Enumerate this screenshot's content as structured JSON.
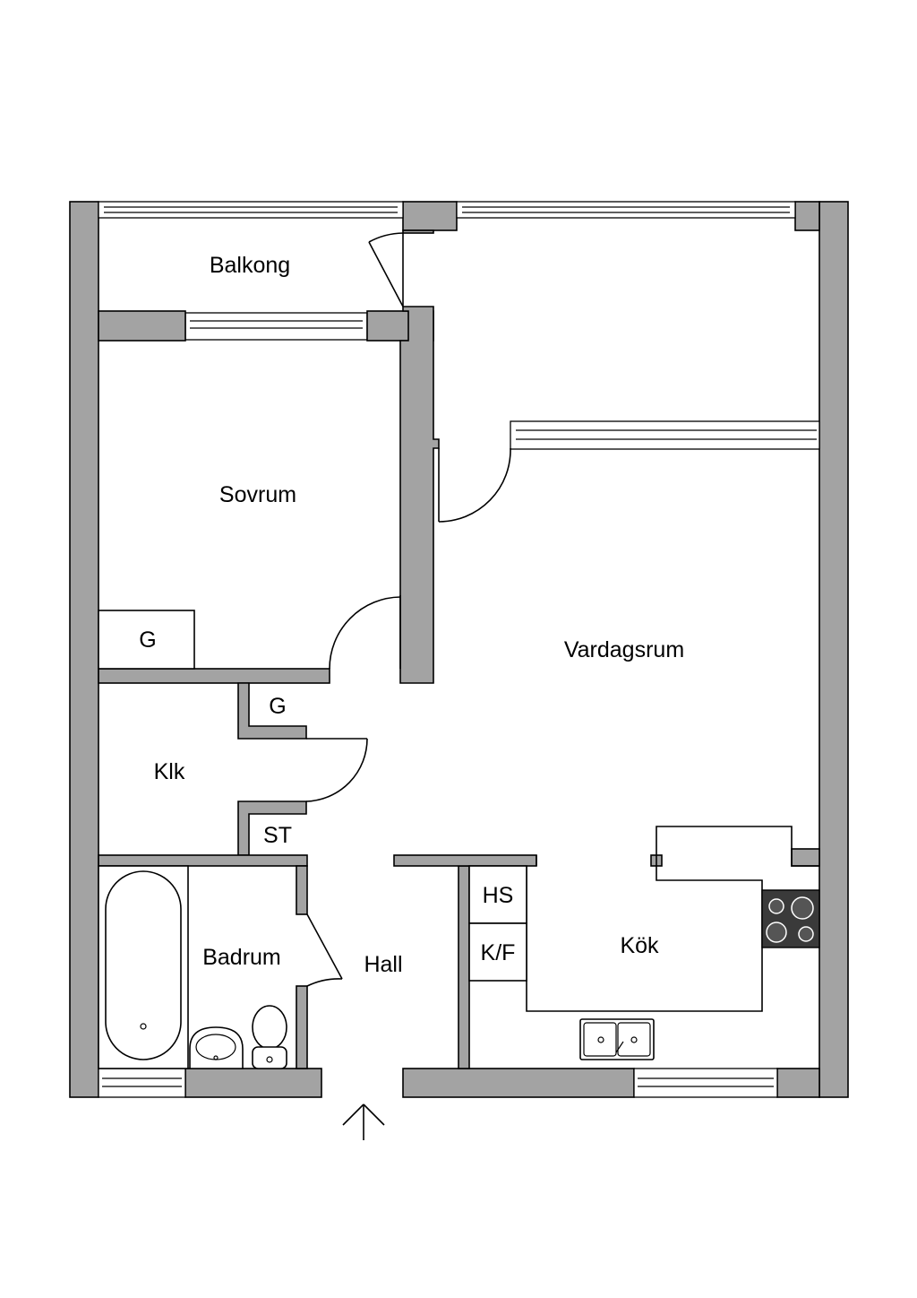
{
  "rooms": {
    "balkong": "Balkong",
    "sovrum": "Sovrum",
    "g_sovrum": "G",
    "g_hall": "G",
    "vardagsrum": "Vardagsrum",
    "klk": "Klk",
    "st": "ST",
    "badrum": "Badrum",
    "hall": "Hall",
    "hs": "HS",
    "kf": "K/F",
    "kok": "Kök"
  },
  "icons": {
    "entrance": "entrance-arrow-icon"
  }
}
